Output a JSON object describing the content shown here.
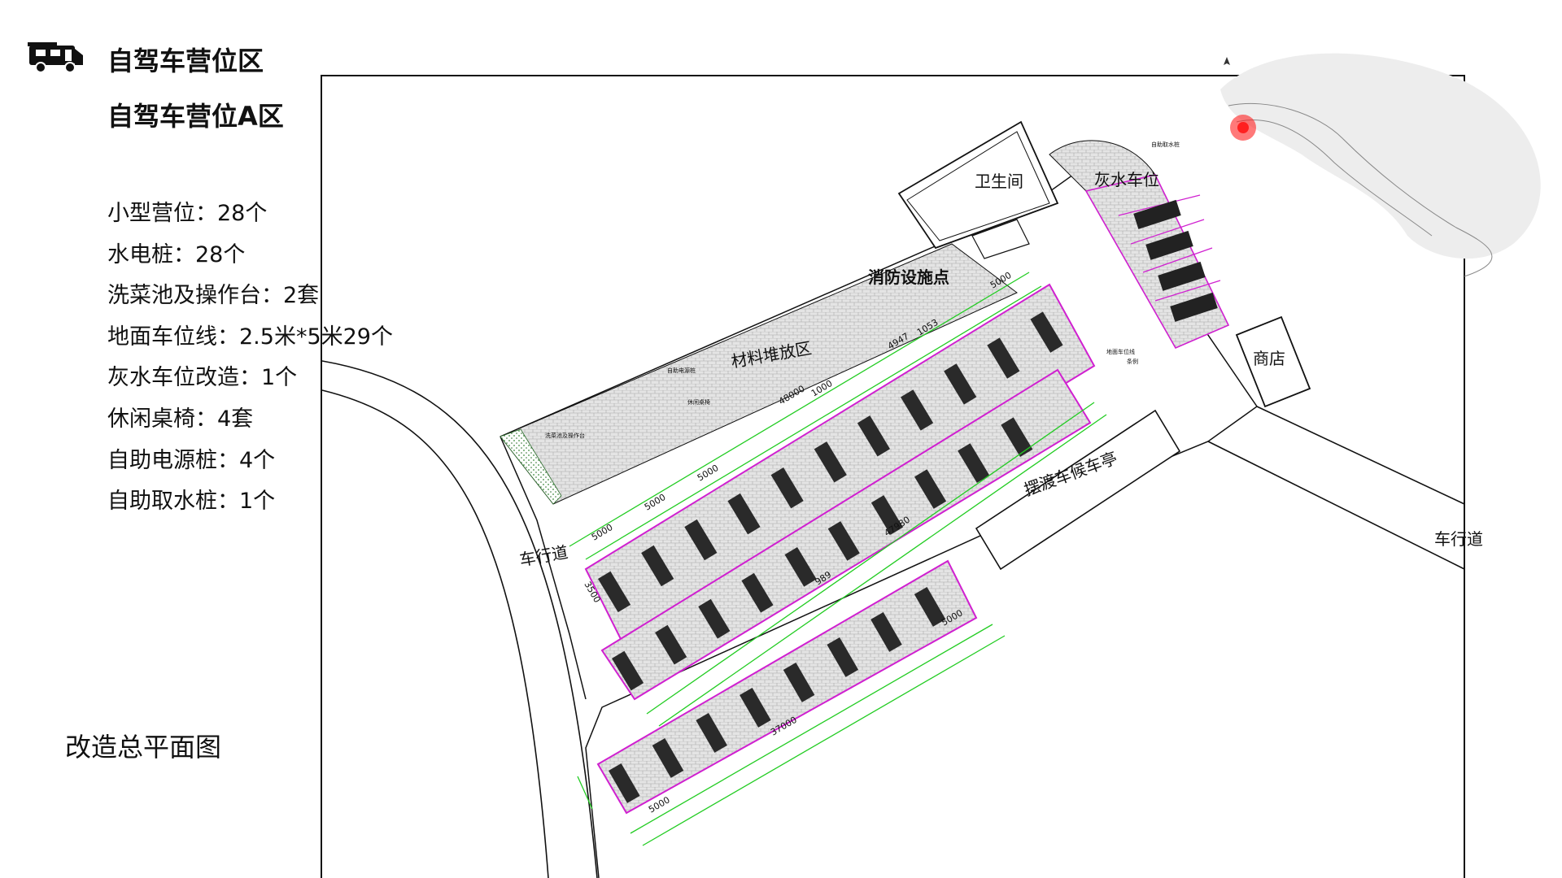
{
  "header": {
    "title_main": "自驾车营位区",
    "title_sub": "自驾车营位A区",
    "icon": "rv-camper-icon"
  },
  "stats": [
    "小型营位：28个",
    "水电桩：28个",
    "洗菜池及操作台：2套",
    "地面车位线：2.5米*5米29个",
    "灰水车位改造：1个",
    "休闲桌椅：4套",
    "自助电源桩：4个",
    "自助取水桩：1个"
  ],
  "caption": "改造总平面图",
  "plan": {
    "labels": {
      "toilet": "卫生间",
      "fire_point": "消防设施点",
      "grey_water": "灰水车位",
      "material_area": "材料堆放区",
      "shop": "商店",
      "shuttle_stop": "摆渡车候车亭",
      "road_left": "车行道",
      "road_right": "车行道",
      "water_post": "自助取水桩",
      "power_post": "自助电源桩",
      "ground_line": "地面车位线",
      "ground_line_sub": "条例",
      "sink": "洗菜池及操作台",
      "bench": "休闲桌椅"
    },
    "dims": {
      "row1_total": "48000",
      "row2_total": "47980",
      "row3_total": "37000",
      "d1000": "1000",
      "d4947": "4947",
      "d1053": "1053",
      "d989": "989",
      "d5000": "5000",
      "d3500": "3500"
    }
  },
  "colors": {
    "parking_outline": "#d020d0",
    "dimension_line": "#22cc22",
    "paving": "#d9d9d9",
    "locator_marker": "#ff2020"
  }
}
